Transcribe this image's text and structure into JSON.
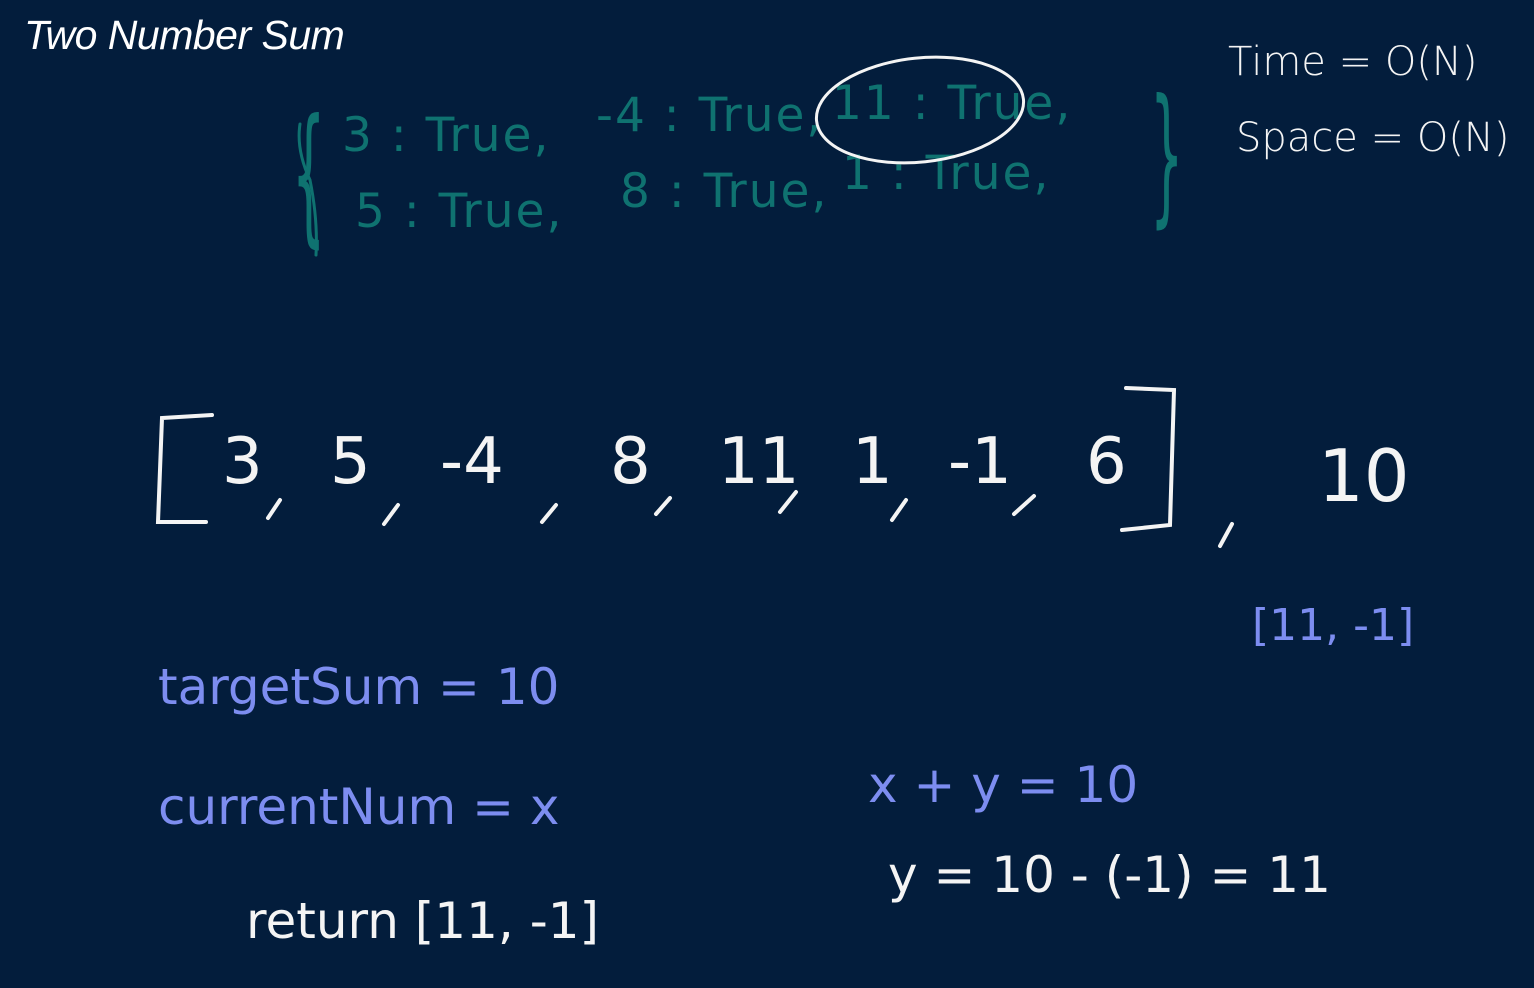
{
  "title": "Two Number Sum",
  "complexity": {
    "time": "Time = O(N)",
    "space": "Space = O(N)"
  },
  "hash_table": {
    "row1": [
      "3 : True,",
      "-4 : True,",
      "11 : True,"
    ],
    "row2": [
      "5 : True,",
      "8 : True,",
      "1 : True,"
    ],
    "highlighted_entry": "11 : True,"
  },
  "input": {
    "array": [
      "3",
      "5",
      "-4",
      "8",
      "11",
      "1",
      "-1",
      "6"
    ],
    "target": "10"
  },
  "result_top": "[11, -1]",
  "variables": {
    "target_sum": "targetSum = 10",
    "current_num": "currentNum = x",
    "return_stmt": "return [11, -1]"
  },
  "equations": {
    "eq1": "x + y = 10",
    "eq2": "y = 10 - (-1) = 11"
  },
  "colors": {
    "background": "#031d3c",
    "white_ink": "#f4f4f4",
    "teal_ink": "#0f7270",
    "blue_ink": "#7d8df0"
  }
}
